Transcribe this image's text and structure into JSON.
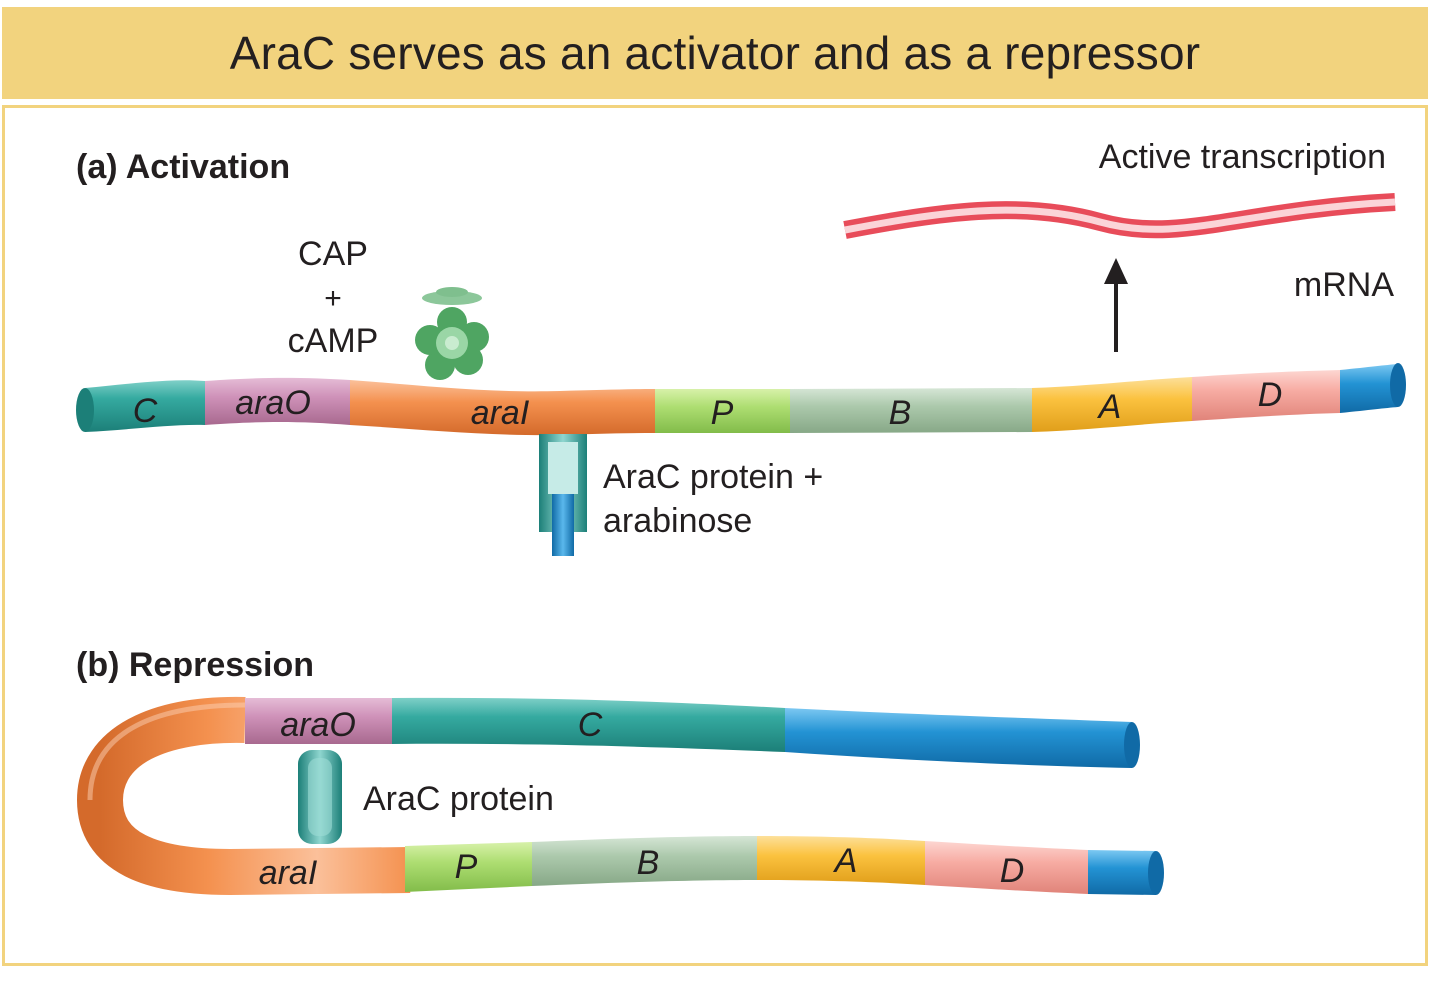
{
  "title": "AraC serves as an activator and as a repressor",
  "activation": {
    "heading": "(a) Activation",
    "cap_line1": "CAP",
    "cap_line2": "+",
    "cap_line3": "cAMP",
    "transcription_label": "Active transcription",
    "mrna_label": "mRNA",
    "arac_label_line1": "AraC protein +",
    "arac_label_line2": "arabinose",
    "genes": {
      "c": "C",
      "arao": "araO",
      "arai": "araI",
      "p": "P",
      "b": "B",
      "a": "A",
      "d": "D"
    }
  },
  "repression": {
    "heading": "(b) Repression",
    "arac_label": "AraC protein",
    "genes": {
      "arao": "araO",
      "c": "C",
      "arai": "araI",
      "p": "P",
      "b": "B",
      "a": "A",
      "d": "D"
    }
  },
  "colors": {
    "banner": "#f2d37e",
    "gene_c": "#2aa39a",
    "gene_arao": "#c98bb3",
    "gene_arai": "#f08a4b",
    "gene_p": "#a9dc6c",
    "gene_b": "#a8c8a8",
    "gene_a": "#f9bf3b",
    "gene_d": "#f6a8a0",
    "gene_end": "#1f8fd0",
    "mrna": "#ee6f7a",
    "cap": "#5aaa6a",
    "arac": "#2a9d96"
  }
}
